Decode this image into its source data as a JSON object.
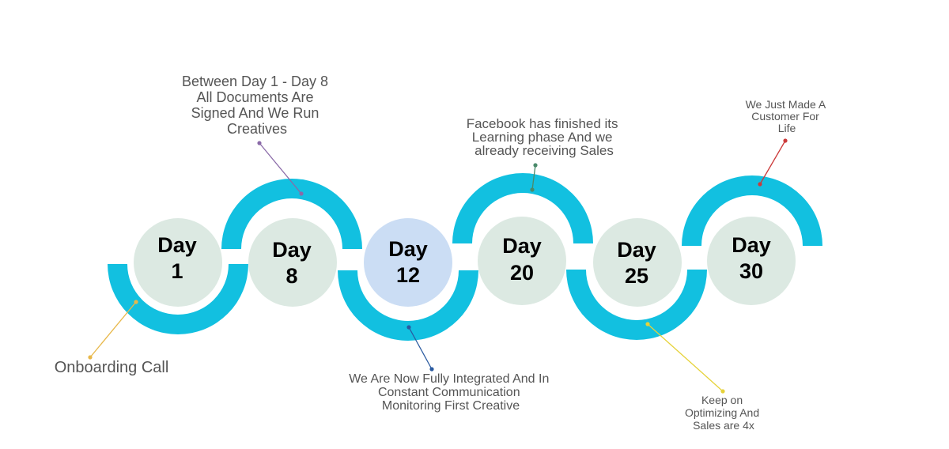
{
  "colors": {
    "arc": "#12c0e0",
    "circle": "#dce9e2",
    "circle_highlight": "#cbddf4",
    "text": "#555555"
  },
  "milestones": [
    {
      "day_word": "Day",
      "day_num": "1",
      "lines": [
        "Onboarding Call"
      ],
      "connector_color": "#e8b84a"
    },
    {
      "day_word": "Day",
      "day_num": "8",
      "lines": [
        "Between Day 1 - Day 8",
        "All Documents Are",
        "Signed And We Run",
        "Creatives"
      ],
      "connector_color": "#8a6aa8"
    },
    {
      "day_word": "Day",
      "day_num": "12",
      "lines": [
        "We Are Now Fully Integrated And In",
        "Constant Communication",
        "Monitoring First Creative"
      ],
      "connector_color": "#2a5aa0"
    },
    {
      "day_word": "Day",
      "day_num": "20",
      "lines": [
        "Facebook has finished its",
        "Learning phase And we",
        "already receiving Sales"
      ],
      "connector_color": "#4a8a6a"
    },
    {
      "day_word": "Day",
      "day_num": "25",
      "lines": [
        "Keep on",
        "Optimizing And",
        "Sales are 4x"
      ],
      "connector_color": "#e6d23a"
    },
    {
      "day_word": "Day",
      "day_num": "30",
      "lines": [
        "We Just Made A",
        "Customer For",
        "Life"
      ],
      "connector_color": "#cc3a3a"
    }
  ]
}
